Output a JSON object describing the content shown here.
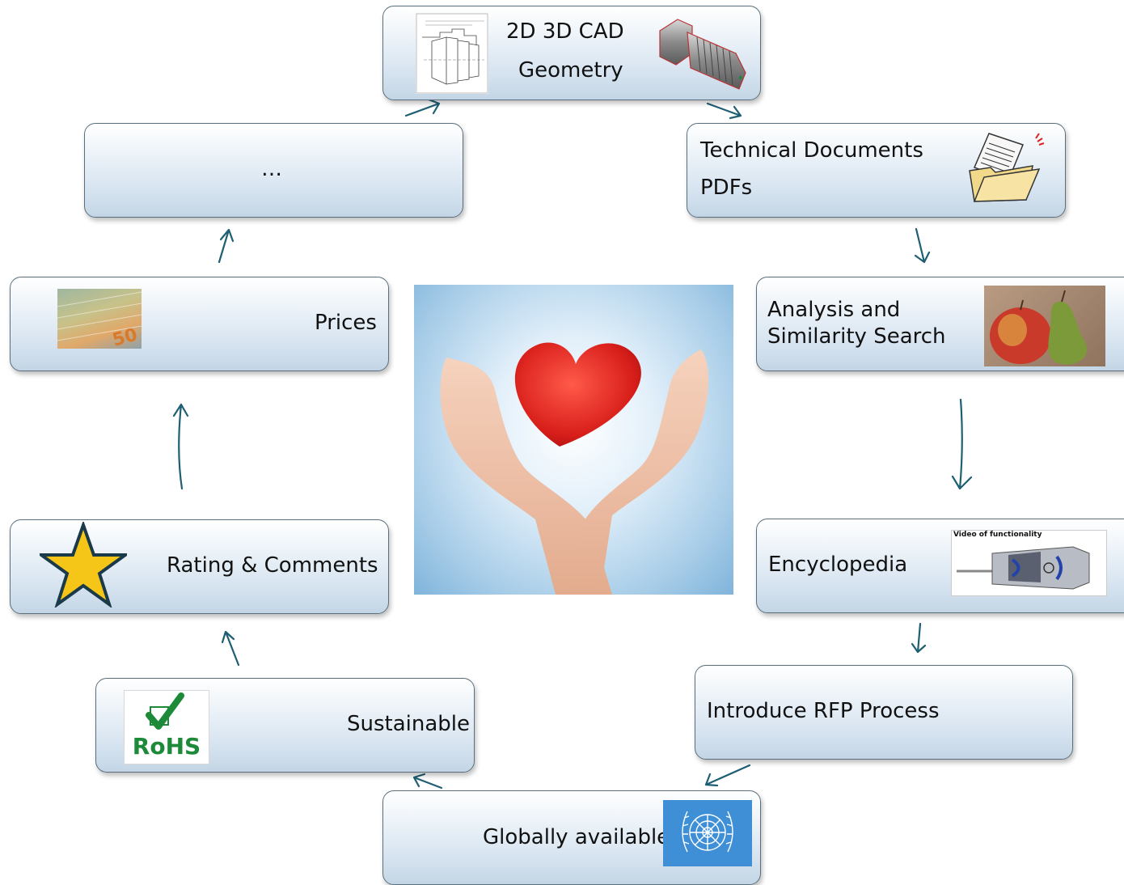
{
  "nodes": {
    "cad": {
      "line1": "2D 3D CAD",
      "line2": "Geometry"
    },
    "docs": {
      "line1": "Technical Documents",
      "line2": "PDFs"
    },
    "analysis": {
      "line1": "Analysis and",
      "line2": "Similarity Search"
    },
    "encyclopedia": {
      "label": "Encyclopedia",
      "video_caption": "Video of functionality"
    },
    "rfp": {
      "label": "Introduce RFP Process"
    },
    "global": {
      "label": "Globally available"
    },
    "sustainable": {
      "label": "Sustainable",
      "badge": "RoHS"
    },
    "rating": {
      "label": "Rating & Comments"
    },
    "prices": {
      "label": "Prices",
      "banknote_value": "50"
    },
    "more": {
      "label": "…"
    }
  },
  "colors": {
    "arrow": "#1f5f73",
    "node_border": "#5a6f7e",
    "star_fill": "#f5c518",
    "star_stroke": "#1a3a4a",
    "rohs_green": "#1d8a3a",
    "un_blue": "#3e8fd6"
  },
  "icons": {
    "cad": "cad-drawing-and-bolt-icon",
    "docs": "folder-with-document-icon",
    "analysis": "apple-and-pear-photo",
    "encyclopedia": "video-thumbnail-icon",
    "global": "un-emblem-icon",
    "sustainable": "rohs-check-icon",
    "rating": "star-icon",
    "prices": "euro-banknotes-photo",
    "center": "hands-holding-heart-image"
  }
}
